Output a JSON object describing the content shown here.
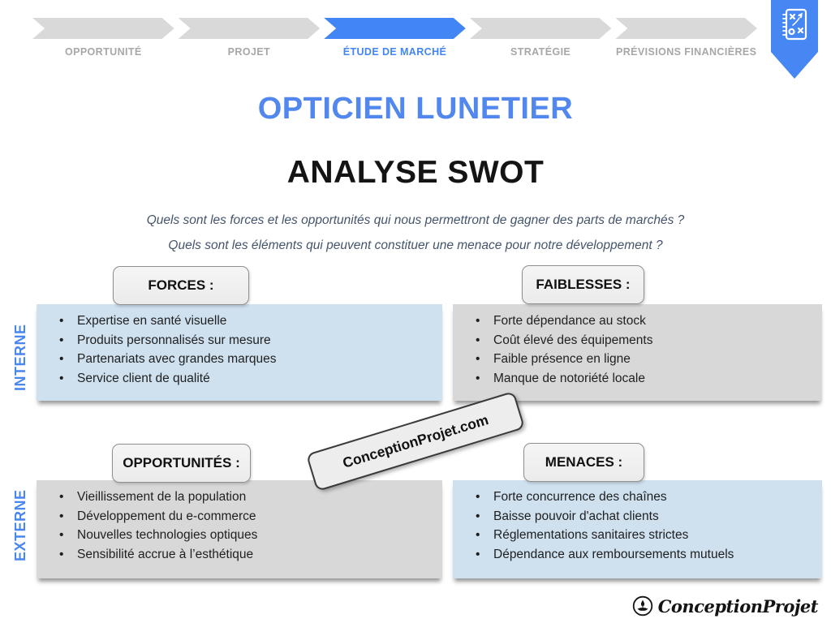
{
  "process_nav": {
    "steps": [
      {
        "label": "OPPORTUNITÉ",
        "active": false
      },
      {
        "label": "PROJET",
        "active": false
      },
      {
        "label": "ÉTUDE DE MARCHÉ",
        "active": true
      },
      {
        "label": "STRATÉGIE",
        "active": false
      },
      {
        "label": "PRÉVISIONS FINANCIÈRES",
        "active": false
      }
    ],
    "bookmark_icon": "strategy-tactics-icon"
  },
  "header": {
    "title": "OPTICIEN LUNETIER",
    "subtitle": "ANALYSE SWOT",
    "questions": [
      "Quels sont les forces et les opportunités qui nous permettront de gagner des parts de marchés ?",
      "Quels sont les éléments qui peuvent constituer une menace pour notre développement ?"
    ]
  },
  "swot": {
    "side_labels": {
      "interne": "INTERNE",
      "externe": "EXTERNE"
    },
    "quadrants": [
      {
        "id": "forces",
        "title": "FORCES :",
        "panel_style": "blue",
        "items": [
          "Expertise en santé visuelle",
          "Produits personnalisés sur mesure",
          "Partenariats avec grandes marques",
          "Service client de qualité"
        ]
      },
      {
        "id": "faiblesses",
        "title": "FAIBLESSES :",
        "panel_style": "gray",
        "items": [
          "Forte dépendance au stock",
          "Coût élevé des équipements",
          "Faible présence en ligne",
          "Manque de notoriété locale"
        ]
      },
      {
        "id": "opportunites",
        "title": "OPPORTUNITÉS :",
        "panel_style": "gray",
        "items": [
          "Vieillissement de la population",
          "Développement du e-commerce",
          "Nouvelles technologies optiques",
          "Sensibilité accrue à l’esthétique"
        ]
      },
      {
        "id": "menaces",
        "title": "MENACES :",
        "panel_style": "blue",
        "items": [
          "Forte concurrence des chaînes",
          "Baisse pouvoir d'achat clients",
          "Réglementations sanitaires strictes",
          "Dépendance aux remboursements mutuels"
        ]
      }
    ]
  },
  "watermark": {
    "text": "ConceptionProjet.com"
  },
  "footer_logo": {
    "text": "ConceptionProjet",
    "icon": "hand-rocket-icon"
  },
  "colors": {
    "accent_blue": "#4285f4",
    "title_blue": "#5288ee",
    "panel_blue": "#cfe0ef",
    "panel_gray": "#d8d8d8",
    "chevron_inactive": "#d9d9d9",
    "nav_label_gray": "#a7a7a7",
    "question_slate": "#44546a"
  }
}
